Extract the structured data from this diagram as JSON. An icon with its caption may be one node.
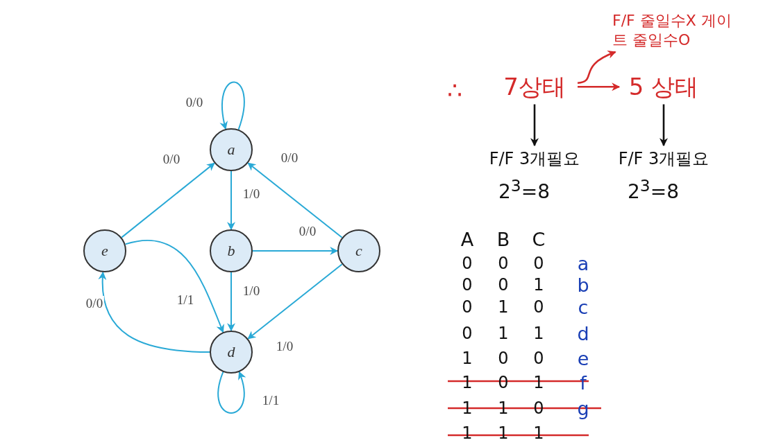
{
  "diagram": {
    "nodes": [
      {
        "text": [
          "a"
        ]
      },
      {
        "text": [
          "b"
        ]
      },
      {
        "text": [
          "c"
        ]
      },
      {
        "text": [
          "d"
        ]
      },
      {
        "text": [
          "e"
        ]
      },
      {
        "text": [
          "7상태"
        ]
      },
      {
        "text": [
          "5 상태"
        ]
      },
      {
        "text": [
          "F/F 줄일수X 게이트 줄일수O"
        ]
      },
      {
        "text": [
          "F/F 3개필요",
          "2$^{3}$=8"
        ]
      },
      {
        "text": [
          "F/F 3개필요",
          "2$^{3}$=8"
        ]
      }
    ],
    "edges": [
      {
        "from": 0,
        "to": 0,
        "arrow": "to",
        "label": "0/0"
      },
      {
        "from": 0,
        "to": 1,
        "arrow": "to",
        "label": "1/0"
      },
      {
        "from": 1,
        "to": 2,
        "arrow": "to",
        "label": "0/0"
      },
      {
        "from": 2,
        "to": 0,
        "arrow": "to",
        "label": "0/0"
      },
      {
        "from": 4,
        "to": 0,
        "arrow": "to",
        "label": "0/0"
      },
      {
        "from": 1,
        "to": 3,
        "arrow": "to",
        "label": "1/0"
      },
      {
        "from": 2,
        "to": 3,
        "arrow": "to",
        "label": "1/0"
      },
      {
        "from": 4,
        "to": 3,
        "arrow": "to",
        "label": "1/1"
      },
      {
        "from": 3,
        "to": 4,
        "arrow": "to",
        "label": "0/0"
      },
      {
        "from": 3,
        "to": 3,
        "arrow": "to",
        "label": "1/1"
      },
      {
        "from": 5,
        "to": 6,
        "arrow": "to",
        "color": "#d42a2a"
      },
      {
        "from": 5,
        "to": 7,
        "arrow": "to",
        "color": "#d42a2a"
      },
      {
        "from": 5,
        "to": 8,
        "arrow": "to",
        "color": "#111111"
      },
      {
        "from": 6,
        "to": 9,
        "arrow": "to",
        "color": "#111111"
      }
    ],
    "labels": [
      "∴",
      "A",
      "B",
      "C",
      "0",
      "0",
      "0",
      "a",
      "0",
      "0",
      "1",
      "b",
      "0",
      "1",
      "0",
      "c",
      "0",
      "1",
      "1",
      "d",
      "1",
      "0",
      "0",
      "e",
      "1",
      "0",
      "1",
      "f",
      "1",
      "1",
      "0",
      "g",
      "1",
      "1",
      "1"
    ]
  }
}
